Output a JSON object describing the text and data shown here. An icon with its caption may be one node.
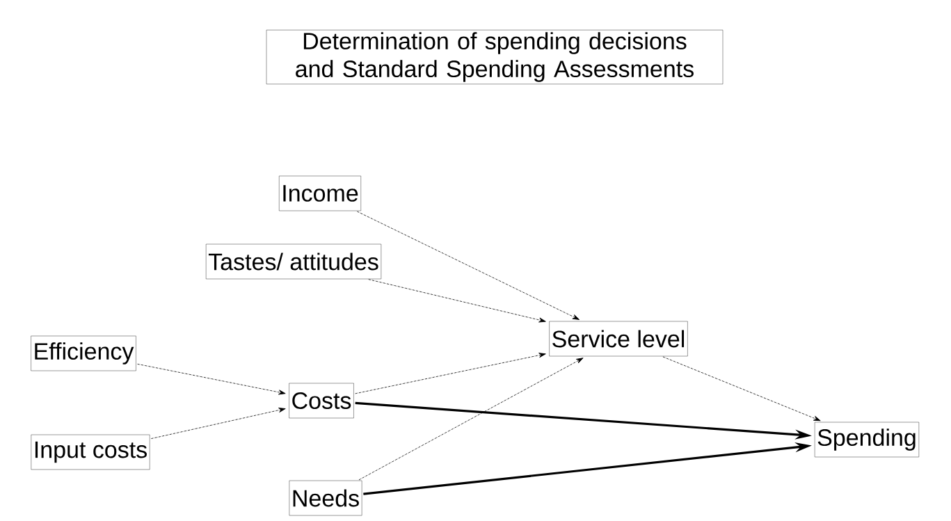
{
  "diagram": {
    "title": "Determination of spending decisions and Standard Spending Assessments",
    "nodes": [
      {
        "text": [
          "Income"
        ]
      },
      {
        "text": [
          "Tastes/ attitudes"
        ]
      },
      {
        "text": [
          "Efficiency"
        ]
      },
      {
        "text": [
          "Costs"
        ]
      },
      {
        "text": [
          "Input costs"
        ]
      },
      {
        "text": [
          "Service level"
        ]
      },
      {
        "text": [
          "Needs"
        ]
      },
      {
        "text": [
          "Spending"
        ]
      }
    ],
    "edges": [
      {
        "from": 0,
        "to": 5,
        "arrow": "to",
        "style": "dashed"
      },
      {
        "from": 1,
        "to": 5,
        "arrow": "to",
        "style": "dashed"
      },
      {
        "from": 2,
        "to": 3,
        "arrow": "to",
        "style": "dashed"
      },
      {
        "from": 4,
        "to": 3,
        "arrow": "to",
        "style": "dashed"
      },
      {
        "from": 3,
        "to": 5,
        "arrow": "to",
        "style": "dashed"
      },
      {
        "from": 6,
        "to": 5,
        "arrow": "to",
        "style": "dashed"
      },
      {
        "from": 5,
        "to": 7,
        "arrow": "to",
        "style": "dashed"
      },
      {
        "from": 3,
        "to": 7,
        "arrow": "to",
        "style": "thick"
      },
      {
        "from": 6,
        "to": 7,
        "arrow": "to",
        "style": "thick"
      }
    ]
  }
}
